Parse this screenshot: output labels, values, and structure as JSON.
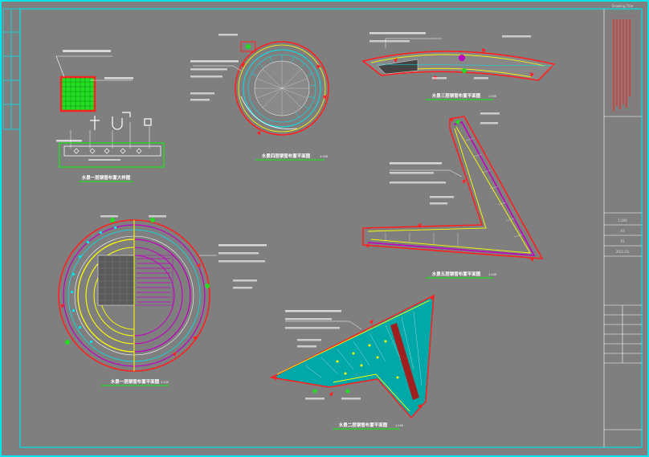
{
  "sheet": {
    "border_color": "#00e5ee",
    "frame_color": "#ffffff",
    "background": "#7f7f7f"
  },
  "drawings": {
    "detail": {
      "caption": "水景一层钢管布置大样图"
    },
    "round_plan": {
      "caption": "水景四层钢管布置平面图",
      "scale": "1:100"
    },
    "arc_plan": {
      "caption": "水景三层钢管布置平面图",
      "scale": "1:100"
    },
    "v_plan": {
      "caption": "水景五层钢管布置平面图",
      "scale": "1:100"
    },
    "big_round_plan": {
      "caption": "水景一层钢管布置平面图",
      "scale": "1:100"
    },
    "wedge_plan": {
      "caption": "水景二层钢管布置平面图",
      "scale": "1:100"
    }
  },
  "title_block": {
    "top_label": "Drawing Title",
    "rows": [
      "1:100",
      "A3",
      "01",
      "2011.01"
    ]
  },
  "colors": {
    "red": "#ff2020",
    "yellow": "#ffff00",
    "cyan": "#00e5ee",
    "green": "#22dd22",
    "magenta": "#c000c0",
    "white": "#ffffff",
    "teal": "#00a8a8"
  }
}
